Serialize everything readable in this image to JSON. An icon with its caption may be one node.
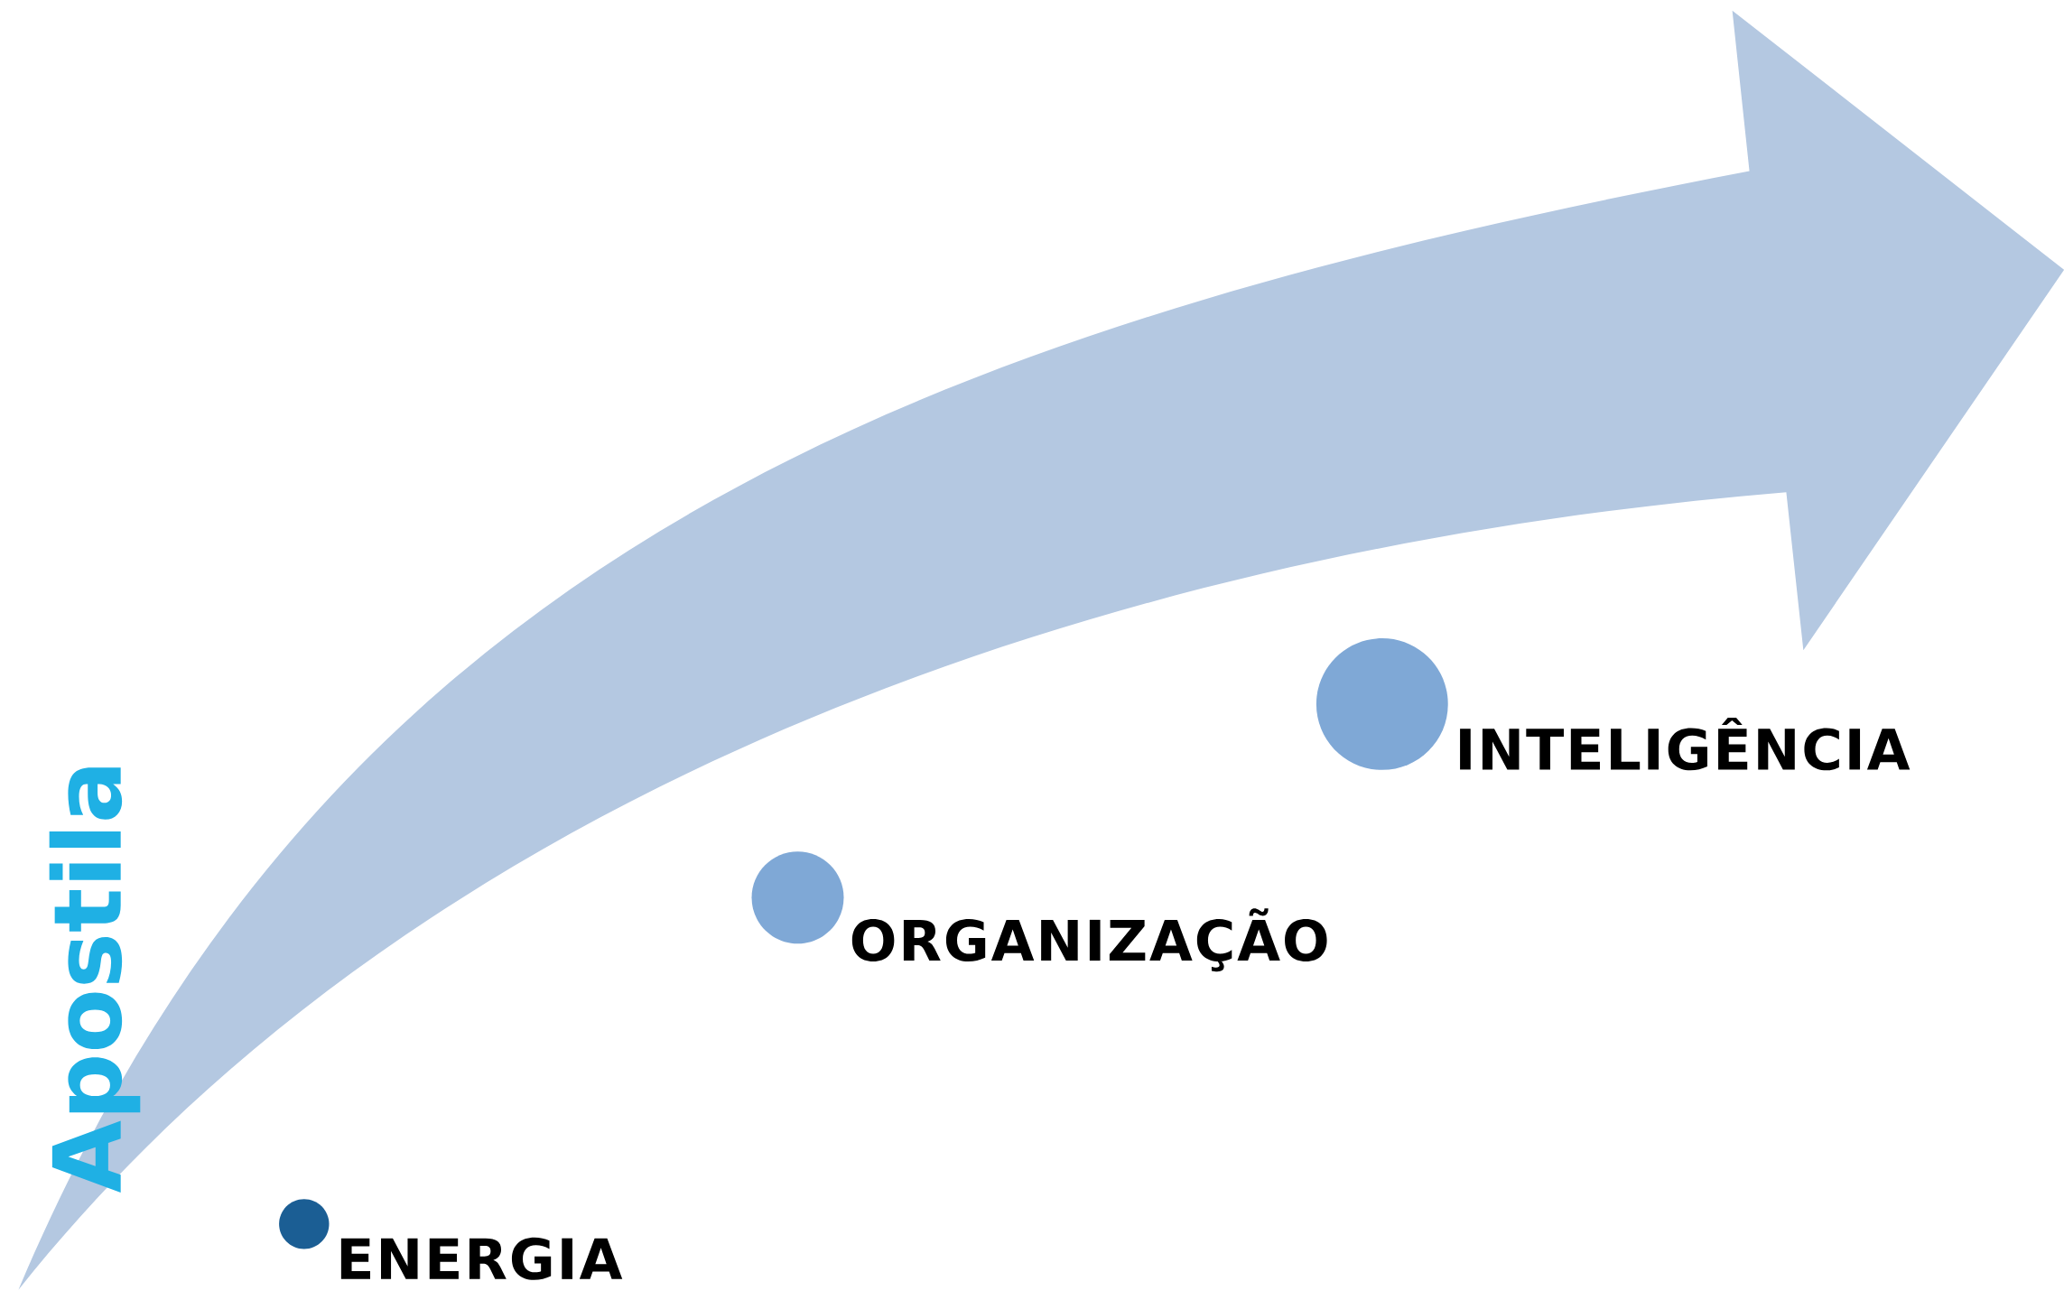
{
  "diagram": {
    "nodes": [
      {
        "text": [],
        "shape": "circle",
        "beside": [
          "ENERGIA"
        ]
      },
      {
        "text": [],
        "shape": "circle",
        "beside": [
          "ORGANIZAÇÃO"
        ]
      },
      {
        "text": [],
        "shape": "circle",
        "beside": [
          "INTELIGÊNCIA"
        ]
      }
    ],
    "edges": [],
    "labels": [
      "Apostila"
    ]
  }
}
